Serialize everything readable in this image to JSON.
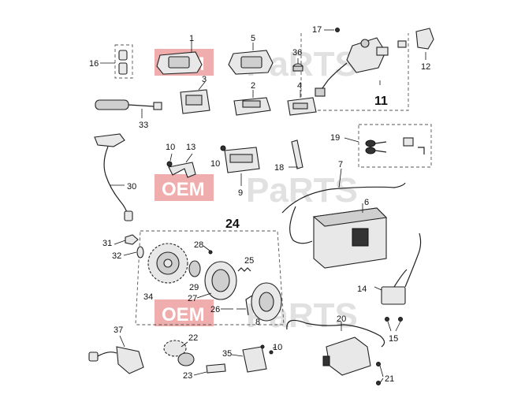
{
  "diagram": {
    "callouts": {
      "c1": "1",
      "c2": "2",
      "c3": "3",
      "c4": "4",
      "c5": "5",
      "c6": "6",
      "c7": "7",
      "c8": "8",
      "c9": "9",
      "c10a": "10",
      "c10b": "10",
      "c10c": "10",
      "c11": "11",
      "c12": "12",
      "c13": "13",
      "c14": "14",
      "c15": "15",
      "c16": "16",
      "c17": "17",
      "c18": "18",
      "c19": "19",
      "c20": "20",
      "c21": "21",
      "c22": "22",
      "c23": "23",
      "c24": "24",
      "c25": "25",
      "c26": "26",
      "c27": "27",
      "c28": "28",
      "c29": "29",
      "c30": "30",
      "c31": "31",
      "c32": "32",
      "c33": "33",
      "c34": "34",
      "c35": "35",
      "c36": "36",
      "c37": "37"
    },
    "watermark": {
      "oem": "OEM",
      "parts": "PaRTS",
      "side": "PARTS"
    }
  }
}
